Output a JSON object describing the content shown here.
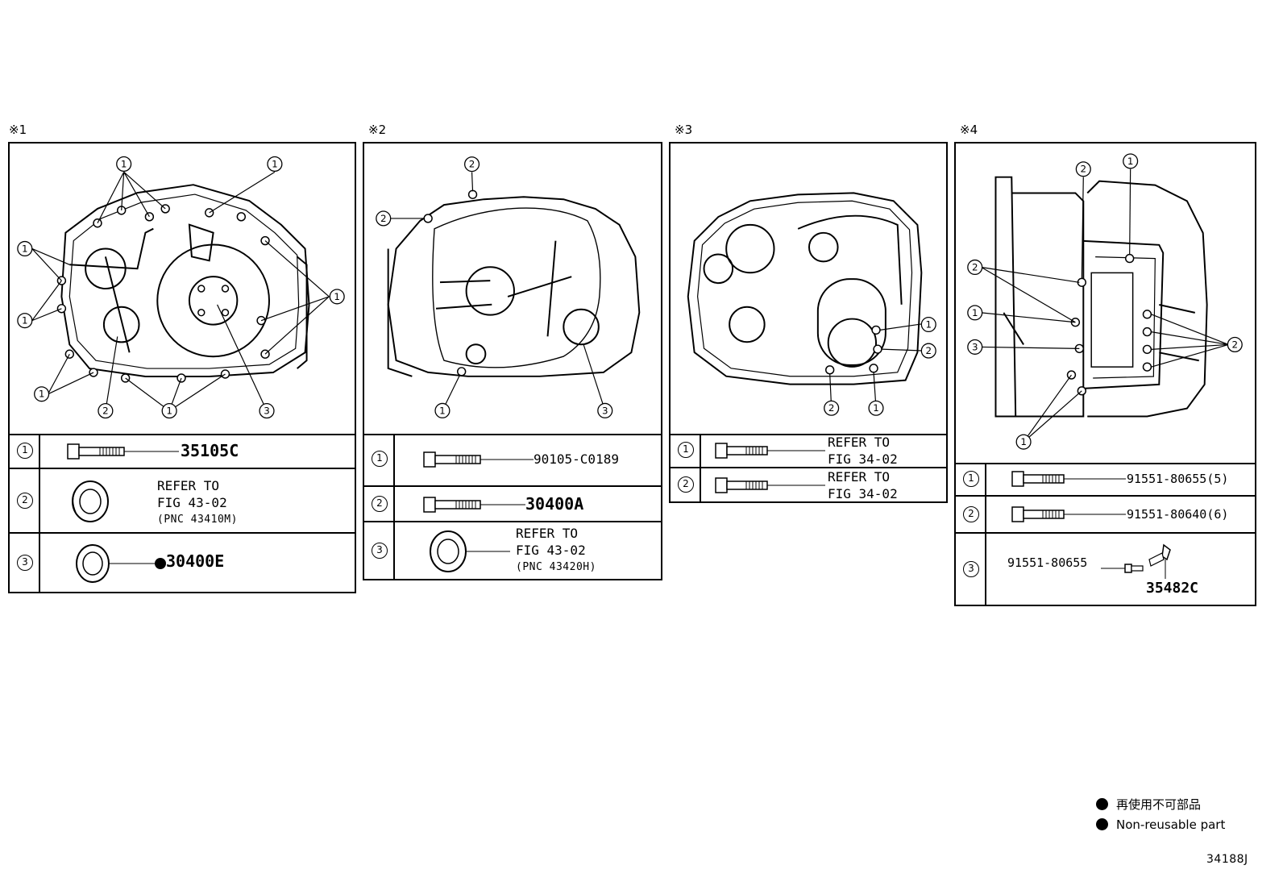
{
  "panels": [
    {
      "mark": "※1",
      "callouts": [
        "1",
        "1",
        "1",
        "1",
        "1",
        "1",
        "2",
        "1",
        "3"
      ],
      "rows": [
        {
          "num": "1",
          "part": "35105C"
        },
        {
          "num": "2",
          "ref": [
            "REFER TO",
            "FIG 43-02",
            "(PNC 43410M)"
          ]
        },
        {
          "num": "3",
          "part": "30400E",
          "non_reusable": true
        }
      ]
    },
    {
      "mark": "※2",
      "callouts": [
        "2",
        "2",
        "1",
        "3"
      ],
      "rows": [
        {
          "num": "1",
          "part": "90105-C0189"
        },
        {
          "num": "2",
          "part": "30400A"
        },
        {
          "num": "3",
          "ref": [
            "REFER TO",
            "FIG 43-02",
            "(PNC 43420H)"
          ]
        }
      ]
    },
    {
      "mark": "※3",
      "callouts": [
        "1",
        "2",
        "2",
        "1"
      ],
      "rows": [
        {
          "num": "1",
          "ref": [
            "REFER TO",
            "FIG 34-02"
          ]
        },
        {
          "num": "2",
          "ref": [
            "REFER TO",
            "FIG 34-02"
          ]
        }
      ]
    },
    {
      "mark": "※4",
      "callouts": [
        "1",
        "2",
        "2",
        "1",
        "3",
        "2",
        "1"
      ],
      "rows": [
        {
          "num": "1",
          "part": "91551-80655(5)"
        },
        {
          "num": "2",
          "part": "91551-80640(6)"
        },
        {
          "num": "3",
          "part": "91551-80655",
          "part2": "35482C"
        }
      ]
    }
  ],
  "legend": {
    "jp": "再使用不可部品",
    "en": "Non-reusable part"
  },
  "illustration_code": "34188J",
  "colors": {
    "ink": "#000000",
    "paper": "#ffffff"
  }
}
